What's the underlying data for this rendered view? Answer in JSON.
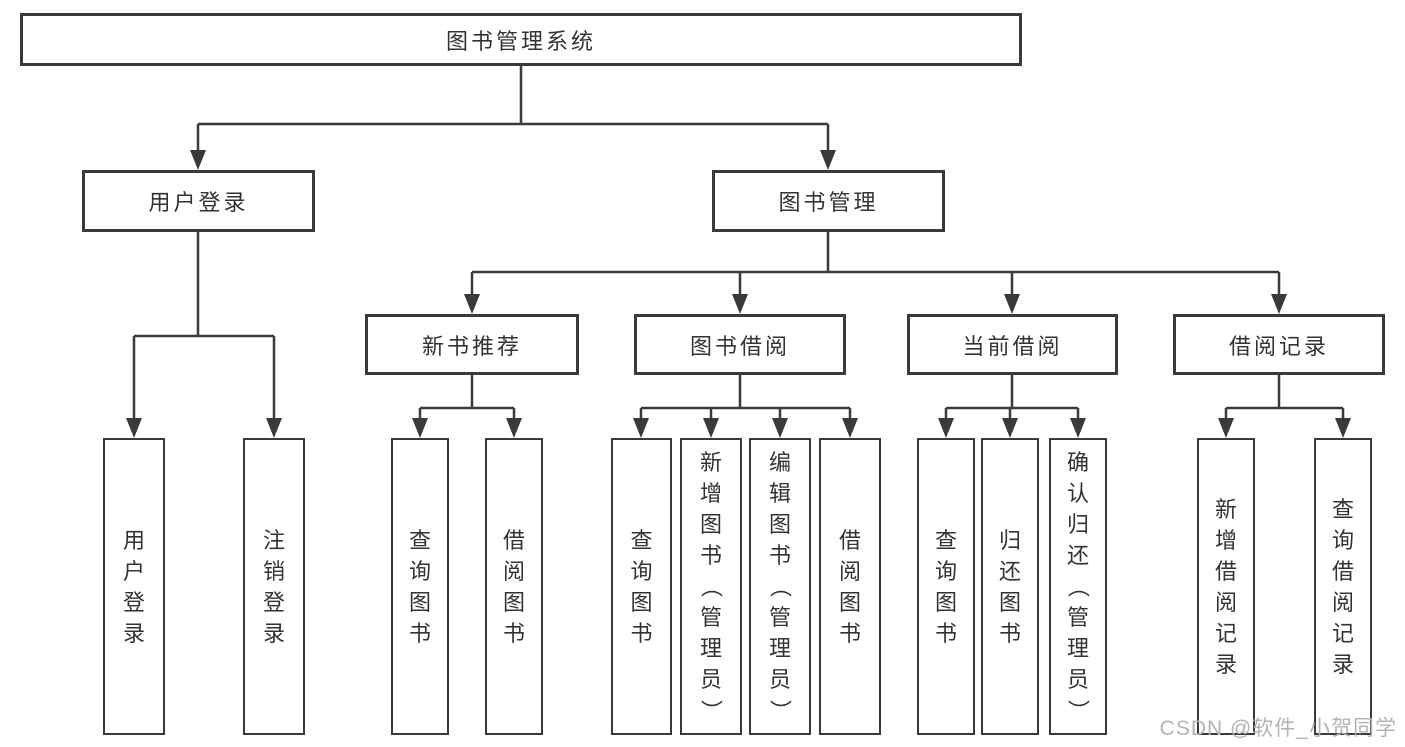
{
  "diagram": {
    "watermark": "CSDN @软件_小贺同学",
    "colors": {
      "line": "#3a3a3a",
      "text": "#333333",
      "box_background": "#ffffff",
      "page_background": "#ffffff",
      "watermark": "#b3b3b3"
    },
    "tree": {
      "root": {
        "label": "图书管理系统"
      },
      "branches": [
        {
          "label": "用户登录",
          "leaves": [
            "用户登录",
            "注销登录"
          ]
        },
        {
          "label": "图书管理",
          "groups": [
            {
              "label": "新书推荐",
              "leaves": [
                "查询图书",
                "借阅图书"
              ]
            },
            {
              "label": "图书借阅",
              "leaves": [
                "查询图书",
                "新增图书（管理员）",
                "编辑图书（管理员）",
                "借阅图书"
              ]
            },
            {
              "label": "当前借阅",
              "leaves": [
                "查询图书",
                "归还图书",
                "确认归还（管理员）"
              ]
            },
            {
              "label": "借阅记录",
              "leaves": [
                "新增借阅记录",
                "查询借阅记录"
              ]
            }
          ]
        }
      ]
    }
  }
}
